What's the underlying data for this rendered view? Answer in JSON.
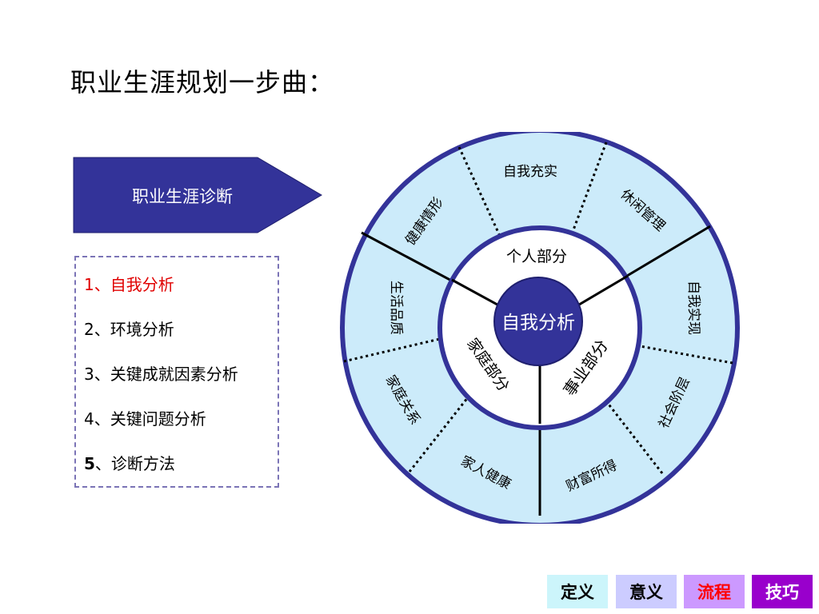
{
  "page_title": "职业生涯规划一步曲：",
  "arrow_label": "职业生涯诊断",
  "steps": [
    {
      "num": "1",
      "text": "、自我分析"
    },
    {
      "num": "2",
      "text": "、环境分析"
    },
    {
      "num": "3",
      "text": "、关键成就因素分析"
    },
    {
      "num": "4",
      "text": "、关键问题分析"
    },
    {
      "num": "5",
      "text": "、诊断方法"
    }
  ],
  "wheel": {
    "center": "自我分析",
    "inner": [
      "个人部分",
      "事业部分",
      "家庭部分"
    ],
    "outer": [
      "自我充实",
      "休闲管理",
      "自我实现",
      "社会阶层",
      "财富所得",
      "家人健康",
      "家庭关系",
      "生活品质",
      "健康情形"
    ]
  },
  "nav": [
    {
      "label": "定义",
      "bg": "#ccf5fb",
      "color": "#000000"
    },
    {
      "label": "意义",
      "bg": "#ccccff",
      "color": "#000000"
    },
    {
      "label": "流程",
      "bg": "#cc99ff",
      "color": "#ff0000"
    },
    {
      "label": "技巧",
      "bg": "#9900cc",
      "color": "#ffffff"
    }
  ],
  "colors": {
    "primary": "#333399",
    "light_fill": "#ccebfa",
    "active_step": "#e00000"
  }
}
